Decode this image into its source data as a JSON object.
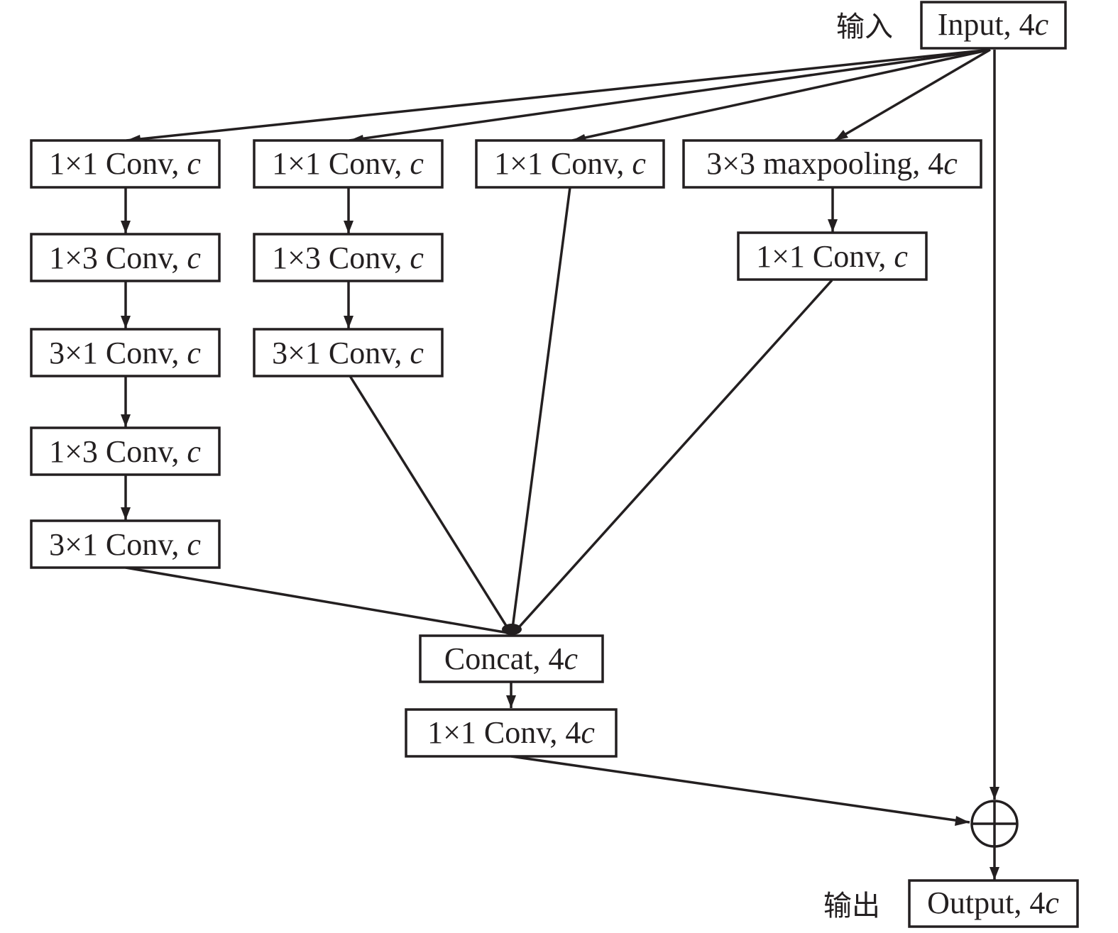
{
  "diagram": {
    "type": "flowchart",
    "labels": {
      "input_cn": "输入",
      "output_cn": "输出"
    },
    "nodes": [
      {
        "id": "input",
        "text": "Input, 4",
        "suffix": "c"
      },
      {
        "id": "b1_conv1x1",
        "text": "1×1 Conv, ",
        "suffix": "c"
      },
      {
        "id": "b1_conv1x3a",
        "text": "1×3 Conv, ",
        "suffix": "c"
      },
      {
        "id": "b1_conv3x1a",
        "text": "3×1 Conv, ",
        "suffix": "c"
      },
      {
        "id": "b1_conv1x3b",
        "text": "1×3 Conv, ",
        "suffix": "c"
      },
      {
        "id": "b1_conv3x1b",
        "text": "3×1 Conv, ",
        "suffix": "c"
      },
      {
        "id": "b2_conv1x1",
        "text": "1×1 Conv, ",
        "suffix": "c"
      },
      {
        "id": "b2_conv1x3",
        "text": "1×3 Conv, ",
        "suffix": "c"
      },
      {
        "id": "b2_conv3x1",
        "text": "3×1 Conv, ",
        "suffix": "c"
      },
      {
        "id": "b3_conv1x1",
        "text": "1×1 Conv, ",
        "suffix": "c"
      },
      {
        "id": "b4_maxpool",
        "text": "3×3 maxpooling, 4",
        "suffix": "c"
      },
      {
        "id": "b4_conv1x1",
        "text": "1×1 Conv, ",
        "suffix": "c"
      },
      {
        "id": "concat",
        "text": "Concat, 4",
        "suffix": "c"
      },
      {
        "id": "post_conv",
        "text": "1×1 Conv, 4",
        "suffix": "c"
      },
      {
        "id": "sum",
        "text": "⊕",
        "suffix": ""
      },
      {
        "id": "output",
        "text": "Output, 4",
        "suffix": "c"
      }
    ],
    "edges": [
      [
        "input",
        "b1_conv1x1"
      ],
      [
        "input",
        "b2_conv1x1"
      ],
      [
        "input",
        "b3_conv1x1"
      ],
      [
        "input",
        "b4_maxpool"
      ],
      [
        "input",
        "sum"
      ],
      [
        "b1_conv1x1",
        "b1_conv1x3a"
      ],
      [
        "b1_conv1x3a",
        "b1_conv3x1a"
      ],
      [
        "b1_conv3x1a",
        "b1_conv1x3b"
      ],
      [
        "b1_conv1x3b",
        "b1_conv3x1b"
      ],
      [
        "b1_conv3x1b",
        "concat"
      ],
      [
        "b2_conv1x1",
        "b2_conv1x3"
      ],
      [
        "b2_conv1x3",
        "b2_conv3x1"
      ],
      [
        "b2_conv3x1",
        "concat"
      ],
      [
        "b3_conv1x1",
        "concat"
      ],
      [
        "b4_maxpool",
        "b4_conv1x1"
      ],
      [
        "b4_conv1x1",
        "concat"
      ],
      [
        "concat",
        "post_conv"
      ],
      [
        "post_conv",
        "sum"
      ],
      [
        "sum",
        "output"
      ]
    ]
  }
}
